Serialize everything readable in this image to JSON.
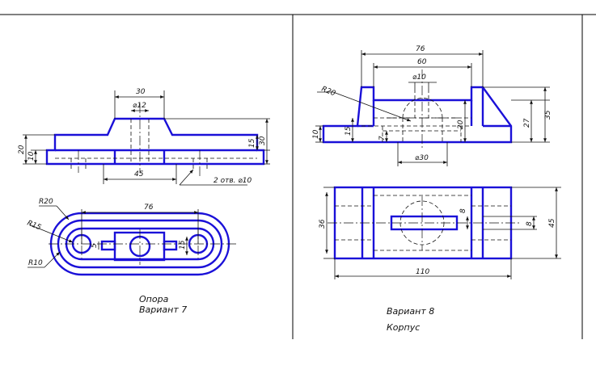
{
  "left_sheet": {
    "front": {
      "dims": {
        "top_width": "30",
        "hole": "⌀12",
        "bottom_width": "45",
        "holes_note": "2 отв. ⌀10",
        "h_flange": "10",
        "h_base": "20",
        "h_right": "15",
        "h_total": "30"
      }
    },
    "plan": {
      "dims": {
        "length": "76",
        "slot": "15",
        "r20": "R20",
        "r15": "R15",
        "r10": "R10",
        "small": "5"
      }
    },
    "caption_name": "Опора",
    "caption_variant": "Вариант 7"
  },
  "right_sheet": {
    "front": {
      "dims": {
        "d76": "76",
        "d60": "60",
        "hole": "⌀10",
        "r20": "R20",
        "h10": "10",
        "h15": "15",
        "h7": "7",
        "h20": "20",
        "h27": "27",
        "h35": "35",
        "dia30": "⌀30"
      }
    },
    "plan": {
      "dims": {
        "h36": "36",
        "h8a": "8",
        "h8b": "8",
        "h45": "45",
        "length": "110"
      }
    },
    "caption_variant": "Вариант 8",
    "caption_name": "Корпус"
  }
}
